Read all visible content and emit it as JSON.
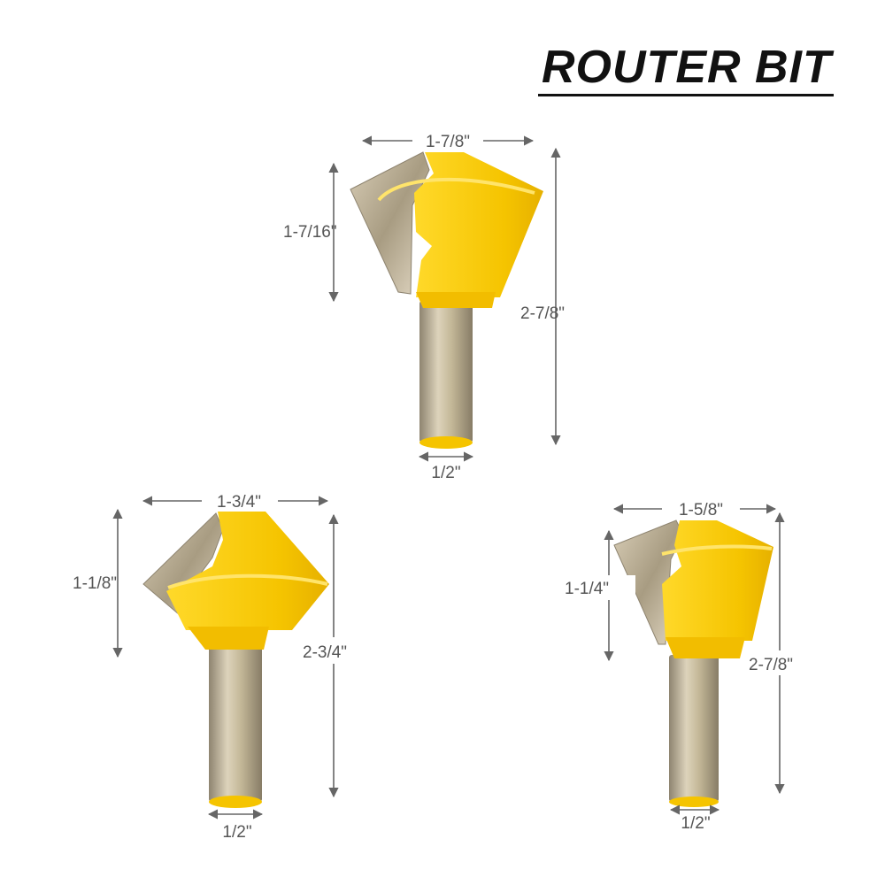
{
  "title": "ROUTER BIT",
  "colors": {
    "body_yellow": "#f5c400",
    "body_yellow_light": "#ffd92a",
    "carbide": "#b9ad94",
    "shank": "#c4b898",
    "dimension_line": "#666666",
    "dimension_text": "#555555"
  },
  "bits": [
    {
      "name": "top-bit",
      "overall_width": "1-7/8\"",
      "cutting_height": "1-7/16\"",
      "overall_length": "2-7/8\"",
      "shank_diameter": "1/2\""
    },
    {
      "name": "bottom-left-bit",
      "overall_width": "1-3/4\"",
      "cutting_height": "1-1/8\"",
      "overall_length": "2-3/4\"",
      "shank_diameter": "1/2\""
    },
    {
      "name": "bottom-right-bit",
      "overall_width": "1-5/8\"",
      "cutting_height": "1-1/4\"",
      "overall_length": "2-7/8\"",
      "shank_diameter": "1/2\""
    }
  ]
}
